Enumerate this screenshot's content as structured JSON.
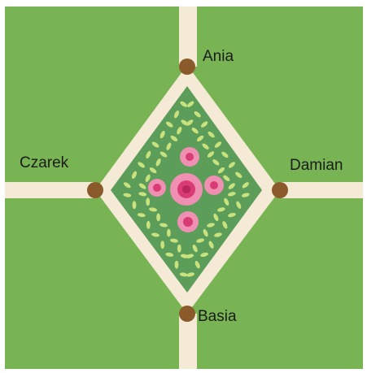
{
  "names": {
    "top": "Ania",
    "left": "Czarek",
    "right": "Damian",
    "bottom": "Basia"
  },
  "colors": {
    "grass": "#78b453",
    "path": "#f4ead6",
    "post": "#8a5a2b",
    "bed": "#5c9d5a",
    "leaf": "#c9e27e",
    "rose_outer": "#ef8fb2",
    "rose_inner": "#d93c72"
  }
}
